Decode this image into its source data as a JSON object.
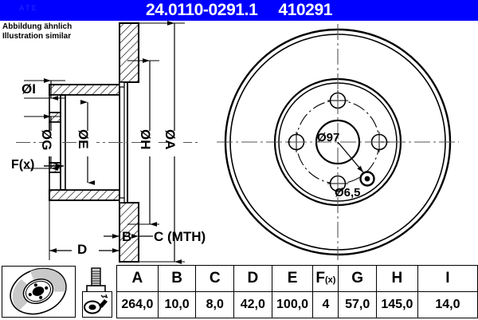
{
  "header": {
    "part_number": "24.0110-0291.1",
    "article_number": "410291",
    "watermark": "ATE",
    "background_color": "#0000ff",
    "text_color": "#ffffff"
  },
  "illustration_note": {
    "line1": "Abbildung ähnlich",
    "line2": "Illustration similar"
  },
  "drawing": {
    "section_labels": {
      "dia_i": "ØI",
      "dia_g": "ØG",
      "dia_e": "ØE",
      "dia_h": "ØH",
      "dia_a": "ØA",
      "fx": "F(x)",
      "b": "B",
      "c": "C (MTH)",
      "d": "D"
    },
    "face_labels": {
      "center_bore": "Ø97",
      "bolt_hole": "Ø6,5"
    }
  },
  "icons": [
    {
      "name": "brake-disc-icon",
      "label": "brake disc"
    },
    {
      "name": "bolt-icon",
      "label": "mounting bolt"
    },
    {
      "name": "spray-can-icon",
      "label": "brake cleaner spray"
    }
  ],
  "spec_table": {
    "columns": [
      {
        "key": "A",
        "label": "A",
        "sub": ""
      },
      {
        "key": "B",
        "label": "B",
        "sub": ""
      },
      {
        "key": "C",
        "label": "C",
        "sub": ""
      },
      {
        "key": "D",
        "label": "D",
        "sub": ""
      },
      {
        "key": "E",
        "label": "E",
        "sub": ""
      },
      {
        "key": "F",
        "label": "F",
        "sub": "(x)"
      },
      {
        "key": "G",
        "label": "G",
        "sub": ""
      },
      {
        "key": "H",
        "label": "H",
        "sub": ""
      },
      {
        "key": "I",
        "label": "I",
        "sub": ""
      }
    ],
    "values": {
      "A": "264,0",
      "B": "10,0",
      "C": "8,0",
      "D": "42,0",
      "E": "100,0",
      "F": "4",
      "G": "57,0",
      "H": "145,0",
      "I": "14,0"
    }
  }
}
